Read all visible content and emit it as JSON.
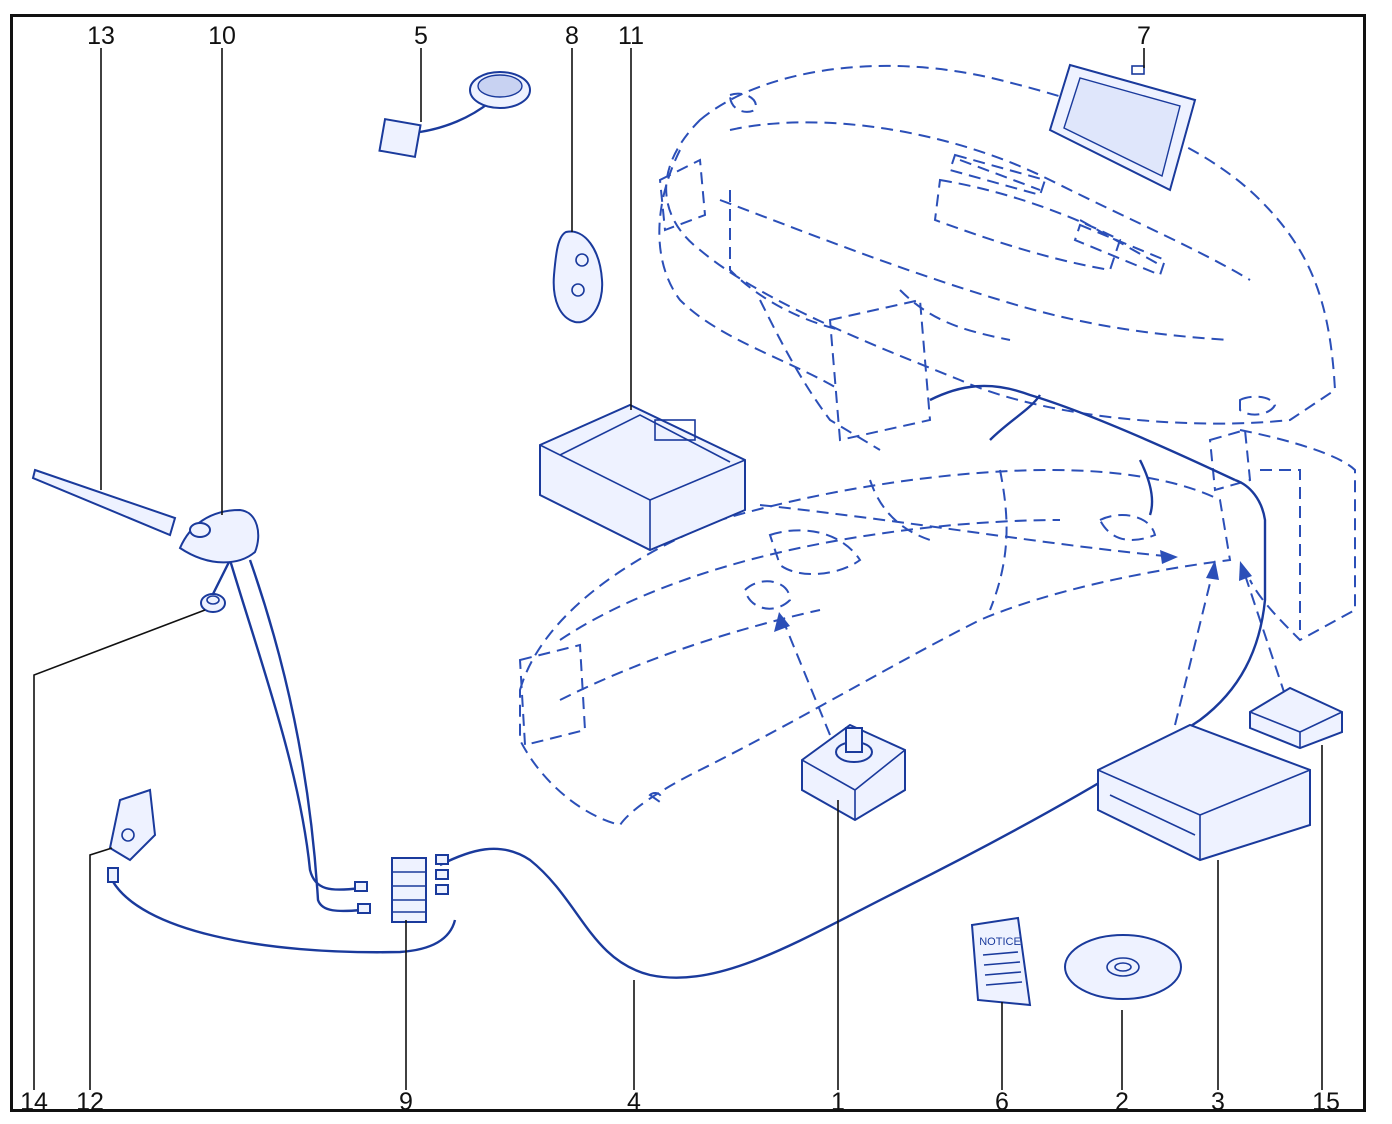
{
  "diagram": {
    "notice_label": "NOTICE",
    "callouts": [
      {
        "id": "13",
        "label": "13"
      },
      {
        "id": "10",
        "label": "10"
      },
      {
        "id": "5",
        "label": "5"
      },
      {
        "id": "8",
        "label": "8"
      },
      {
        "id": "11",
        "label": "11"
      },
      {
        "id": "7",
        "label": "7"
      },
      {
        "id": "14",
        "label": "14"
      },
      {
        "id": "12",
        "label": "12"
      },
      {
        "id": "9",
        "label": "9"
      },
      {
        "id": "4",
        "label": "4"
      },
      {
        "id": "1",
        "label": "1"
      },
      {
        "id": "6",
        "label": "6"
      },
      {
        "id": "2",
        "label": "2"
      },
      {
        "id": "3",
        "label": "3"
      },
      {
        "id": "15",
        "label": "15"
      }
    ]
  },
  "colors": {
    "line_art": "#1a3a9c",
    "leader_lines": "#111111",
    "frame": "#111111"
  }
}
